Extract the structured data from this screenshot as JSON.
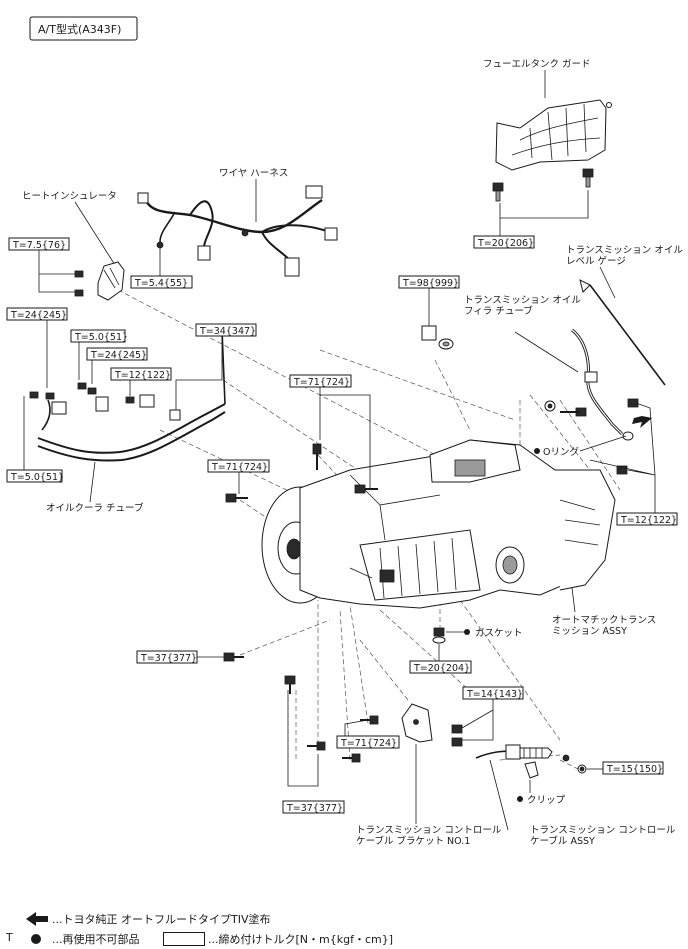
{
  "title": "A/T型式(A343F)",
  "labels": {
    "fuel_tank_guard": "フューエルタンク ガード",
    "wire_harness": "ワイヤ ハーネス",
    "heat_insulator": "ヒートインシュレータ",
    "level_gauge": "トランスミッション オイル\nレベル ゲージ",
    "filler_tube": "トランスミッション オイル\nフィラ チューブ",
    "o_ring": "Oリング",
    "oil_cooler_tube": "オイルクーラ チューブ",
    "at_assy": "オートマチックトランス\nミッション ASSY",
    "gasket": "ガスケット",
    "clip": "クリップ",
    "cable_bracket": "トランスミッション コントロール\nケーブル ブラケット NO.1",
    "cable_assy": "トランスミッション コントロール\nケーブル ASSY"
  },
  "torques": {
    "t_guard": "T=20{206}",
    "t_harness": "T=5.4{55}",
    "t_insulator": "T=7.5{76}",
    "t_gauge": "T=98{999}",
    "t_cooler_top": "T=24{245}",
    "t_cooler_51": "T=5.0{51}",
    "t_cooler_245b": "T=24{245}",
    "t_cooler_122": "T=12{122}",
    "t_cooler_347": "T=34{347}",
    "t_cooler_51b": "T=5.0{51}",
    "t_top_724": "T=71{724}",
    "t_left_724": "T=71{724}",
    "t_right_122": "T=12{122}",
    "t_pan_204": "T=20{204}",
    "t_left_377": "T=37{377}",
    "t_bot_724": "T=71{724}",
    "t_bot_377": "T=37{377}",
    "t_bracket_143": "T=14{143}",
    "t_cable_150": "T=15{150}"
  },
  "legend": {
    "arrow_text": "...トヨタ純正 オートフルードタイプTIV塗布",
    "t_letter": "T",
    "dot_text": "...再使用不可部品",
    "box_text": "...締め付けトルク[N・m{kgf・cm}]"
  }
}
